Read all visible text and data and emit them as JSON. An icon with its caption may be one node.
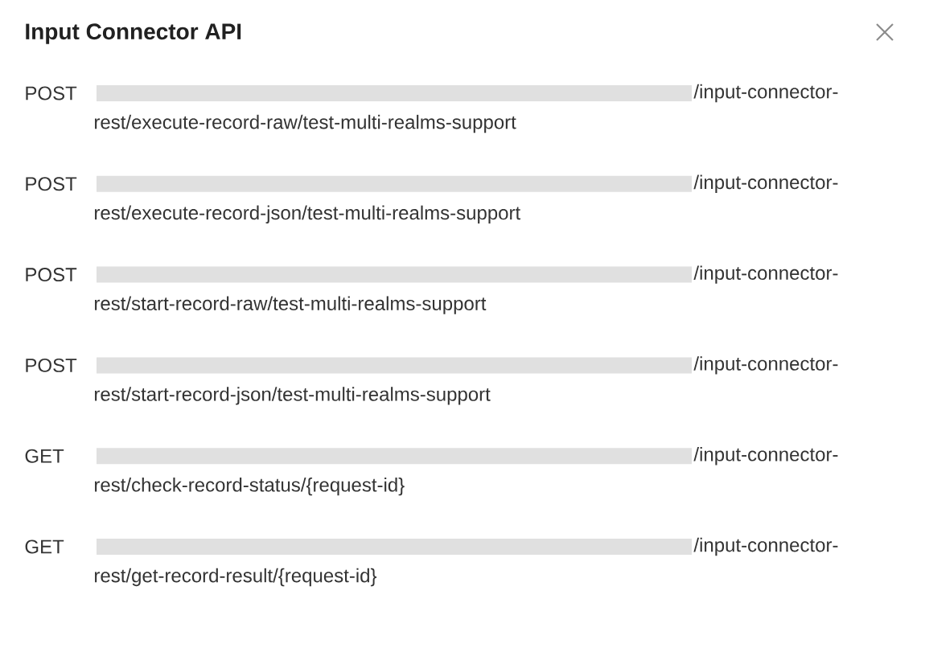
{
  "diagram": {
    "title": "Input Connector API",
    "labels": [
      "POST",
      "/input-connector-",
      "rest/execute-record-raw/test-multi-realms-support",
      "POST",
      "/input-connector-",
      "rest/execute-record-json/test-multi-realms-support",
      "POST",
      "/input-connector-",
      "rest/start-record-raw/test-multi-realms-support",
      "POST",
      "/input-connector-",
      "rest/start-record-json/test-multi-realms-support",
      "GET",
      "/input-connector-",
      "rest/check-record-status/{request-id}",
      "GET",
      "/input-connector-",
      "rest/get-record-result/{request-id}"
    ]
  }
}
